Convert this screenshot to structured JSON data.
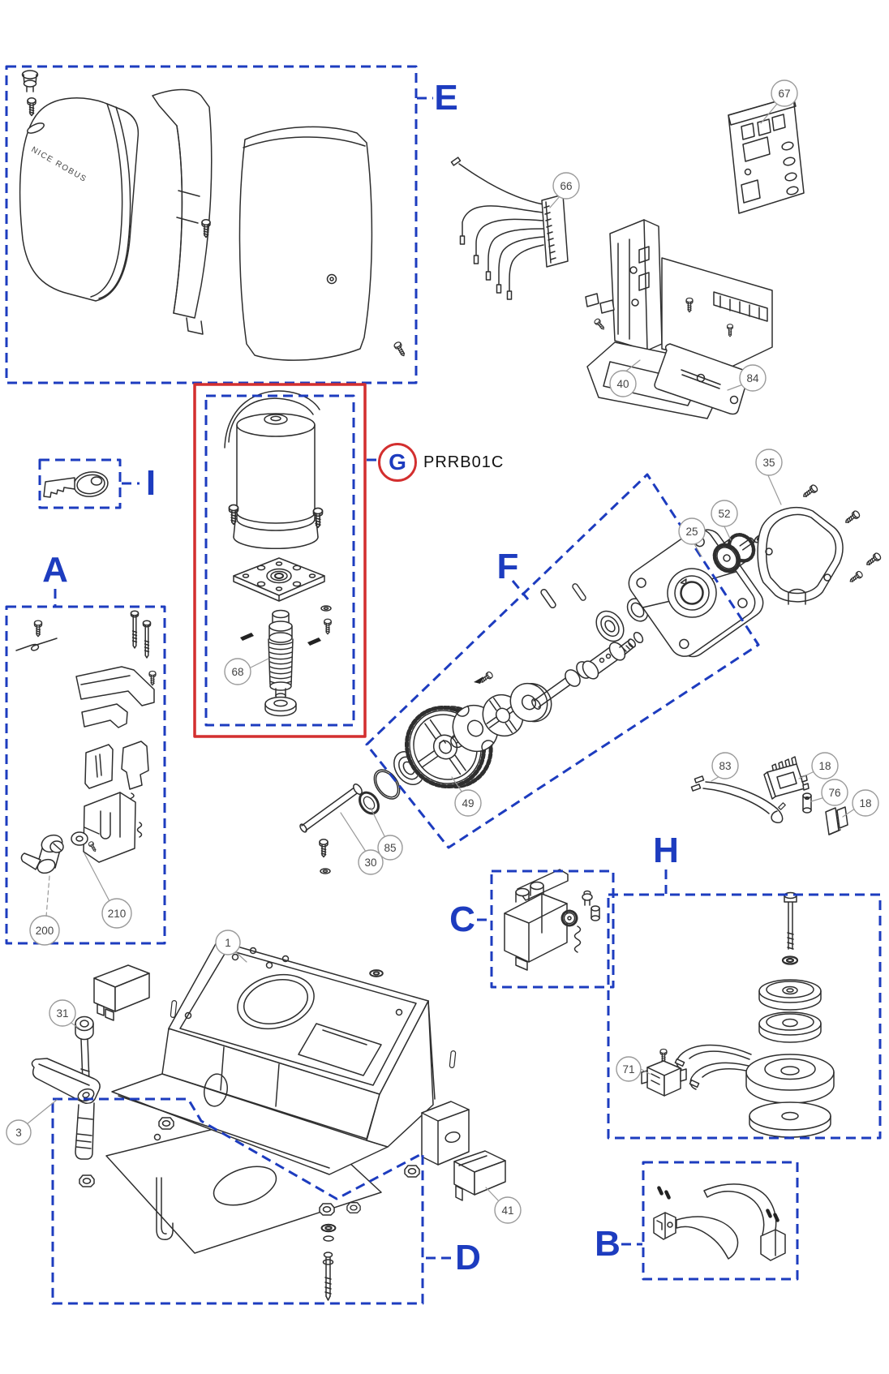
{
  "marker": {
    "letter": "G",
    "code": "PRRB01C"
  },
  "brand": {
    "cover_text": "NICE ROBUS"
  },
  "sections": [
    {
      "letter": "E"
    },
    {
      "letter": "I"
    },
    {
      "letter": "A"
    },
    {
      "letter": "F"
    },
    {
      "letter": "C"
    },
    {
      "letter": "H"
    },
    {
      "letter": "D"
    },
    {
      "letter": "B"
    }
  ],
  "callouts": [
    {
      "num": "67"
    },
    {
      "num": "66"
    },
    {
      "num": "40"
    },
    {
      "num": "84"
    },
    {
      "num": "35"
    },
    {
      "num": "52"
    },
    {
      "num": "25"
    },
    {
      "num": "83"
    },
    {
      "num": "18"
    },
    {
      "num": "76"
    },
    {
      "num": "18"
    },
    {
      "num": "68"
    },
    {
      "num": "49"
    },
    {
      "num": "30"
    },
    {
      "num": "85"
    },
    {
      "num": "200"
    },
    {
      "num": "210"
    },
    {
      "num": "31"
    },
    {
      "num": "1"
    },
    {
      "num": "3"
    },
    {
      "num": "41"
    },
    {
      "num": "71"
    }
  ]
}
